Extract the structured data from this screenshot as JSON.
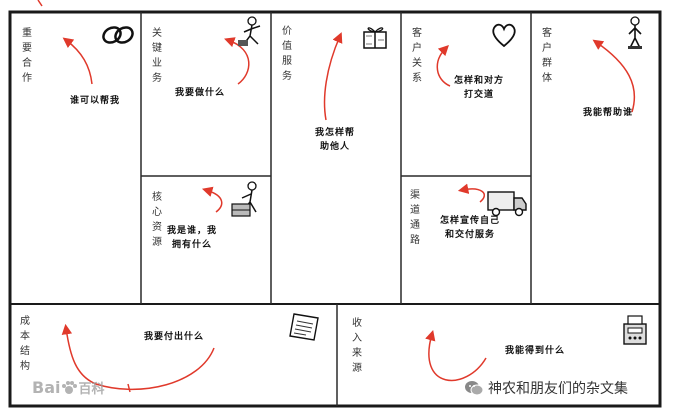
{
  "canvas": {
    "blocks": [
      {
        "id": "key-partners",
        "title": "重要合作",
        "hint_lines": [
          "谁可以帮我"
        ],
        "icon": "chain-links-icon"
      },
      {
        "id": "key-activities",
        "title": "关键业务",
        "hint_lines": [
          "我要做什么"
        ],
        "icon": "worker-icon"
      },
      {
        "id": "value-propositions",
        "title": "价值服务",
        "hint_lines": [
          "我怎样帮",
          "助他人"
        ],
        "icon": "gift-box-icon"
      },
      {
        "id": "customer-relationships",
        "title": "客户关系",
        "hint_lines": [
          "怎样和对方",
          "打交道"
        ],
        "icon": "heart-icon"
      },
      {
        "id": "customer-segments",
        "title": "客户群体",
        "hint_lines": [
          "我能帮助谁"
        ],
        "icon": "person-icon"
      },
      {
        "id": "key-resources",
        "title": "核心资源",
        "hint_lines": [
          "我是谁，我",
          "拥有什么"
        ],
        "icon": "resources-worker-icon"
      },
      {
        "id": "channels",
        "title": "渠道通路",
        "hint_lines": [
          "怎样宣传自己",
          "和交付服务"
        ],
        "icon": "delivery-truck-icon"
      },
      {
        "id": "cost-structure",
        "title": "成本结构",
        "hint_lines": [
          "我要付出什么"
        ],
        "icon": "invoice-icon"
      },
      {
        "id": "revenue-streams",
        "title": "收入来源",
        "hint_lines": [
          "我能得到什么"
        ],
        "icon": "cash-register-icon"
      }
    ]
  },
  "watermarks": {
    "baidu": "Bai",
    "baidu_suffix": "百科",
    "wechat": "神农和朋友们的杂文集"
  },
  "colors": {
    "arrow": "#e0392b",
    "frame": "#1a1a1a",
    "thin_line": "#2a2a2a"
  }
}
